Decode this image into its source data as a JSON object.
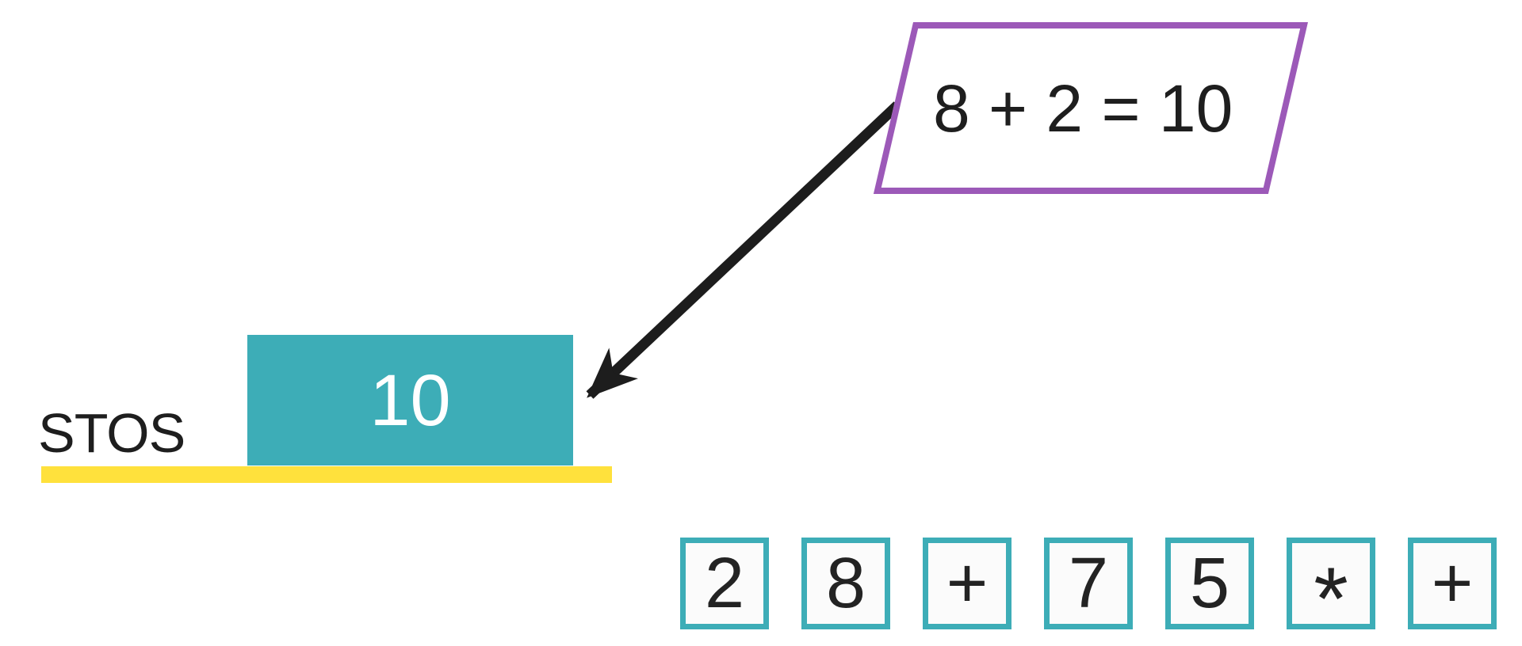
{
  "diagram": {
    "stack": {
      "label": "STOS",
      "top_item_value": "10",
      "box_color": "#3dadb7",
      "value_text_color": "#ffffff",
      "base_line_color": "#ffe13c"
    },
    "callout": {
      "text": "8 + 2 = 10",
      "shape": "parallelogram",
      "border_color": "#9c59b8",
      "text_color": "#1e1e1e"
    },
    "arrow": {
      "color": "#1d1d1d",
      "from": "callout",
      "to": "stack-top-item"
    },
    "rpn_expression": {
      "tokens": [
        "2",
        "8",
        "+",
        "7",
        "5",
        "*",
        "+"
      ],
      "box_border_color": "#3dadb7",
      "box_fill_color": "#fbfbfb",
      "token_text_color": "#232323"
    }
  }
}
